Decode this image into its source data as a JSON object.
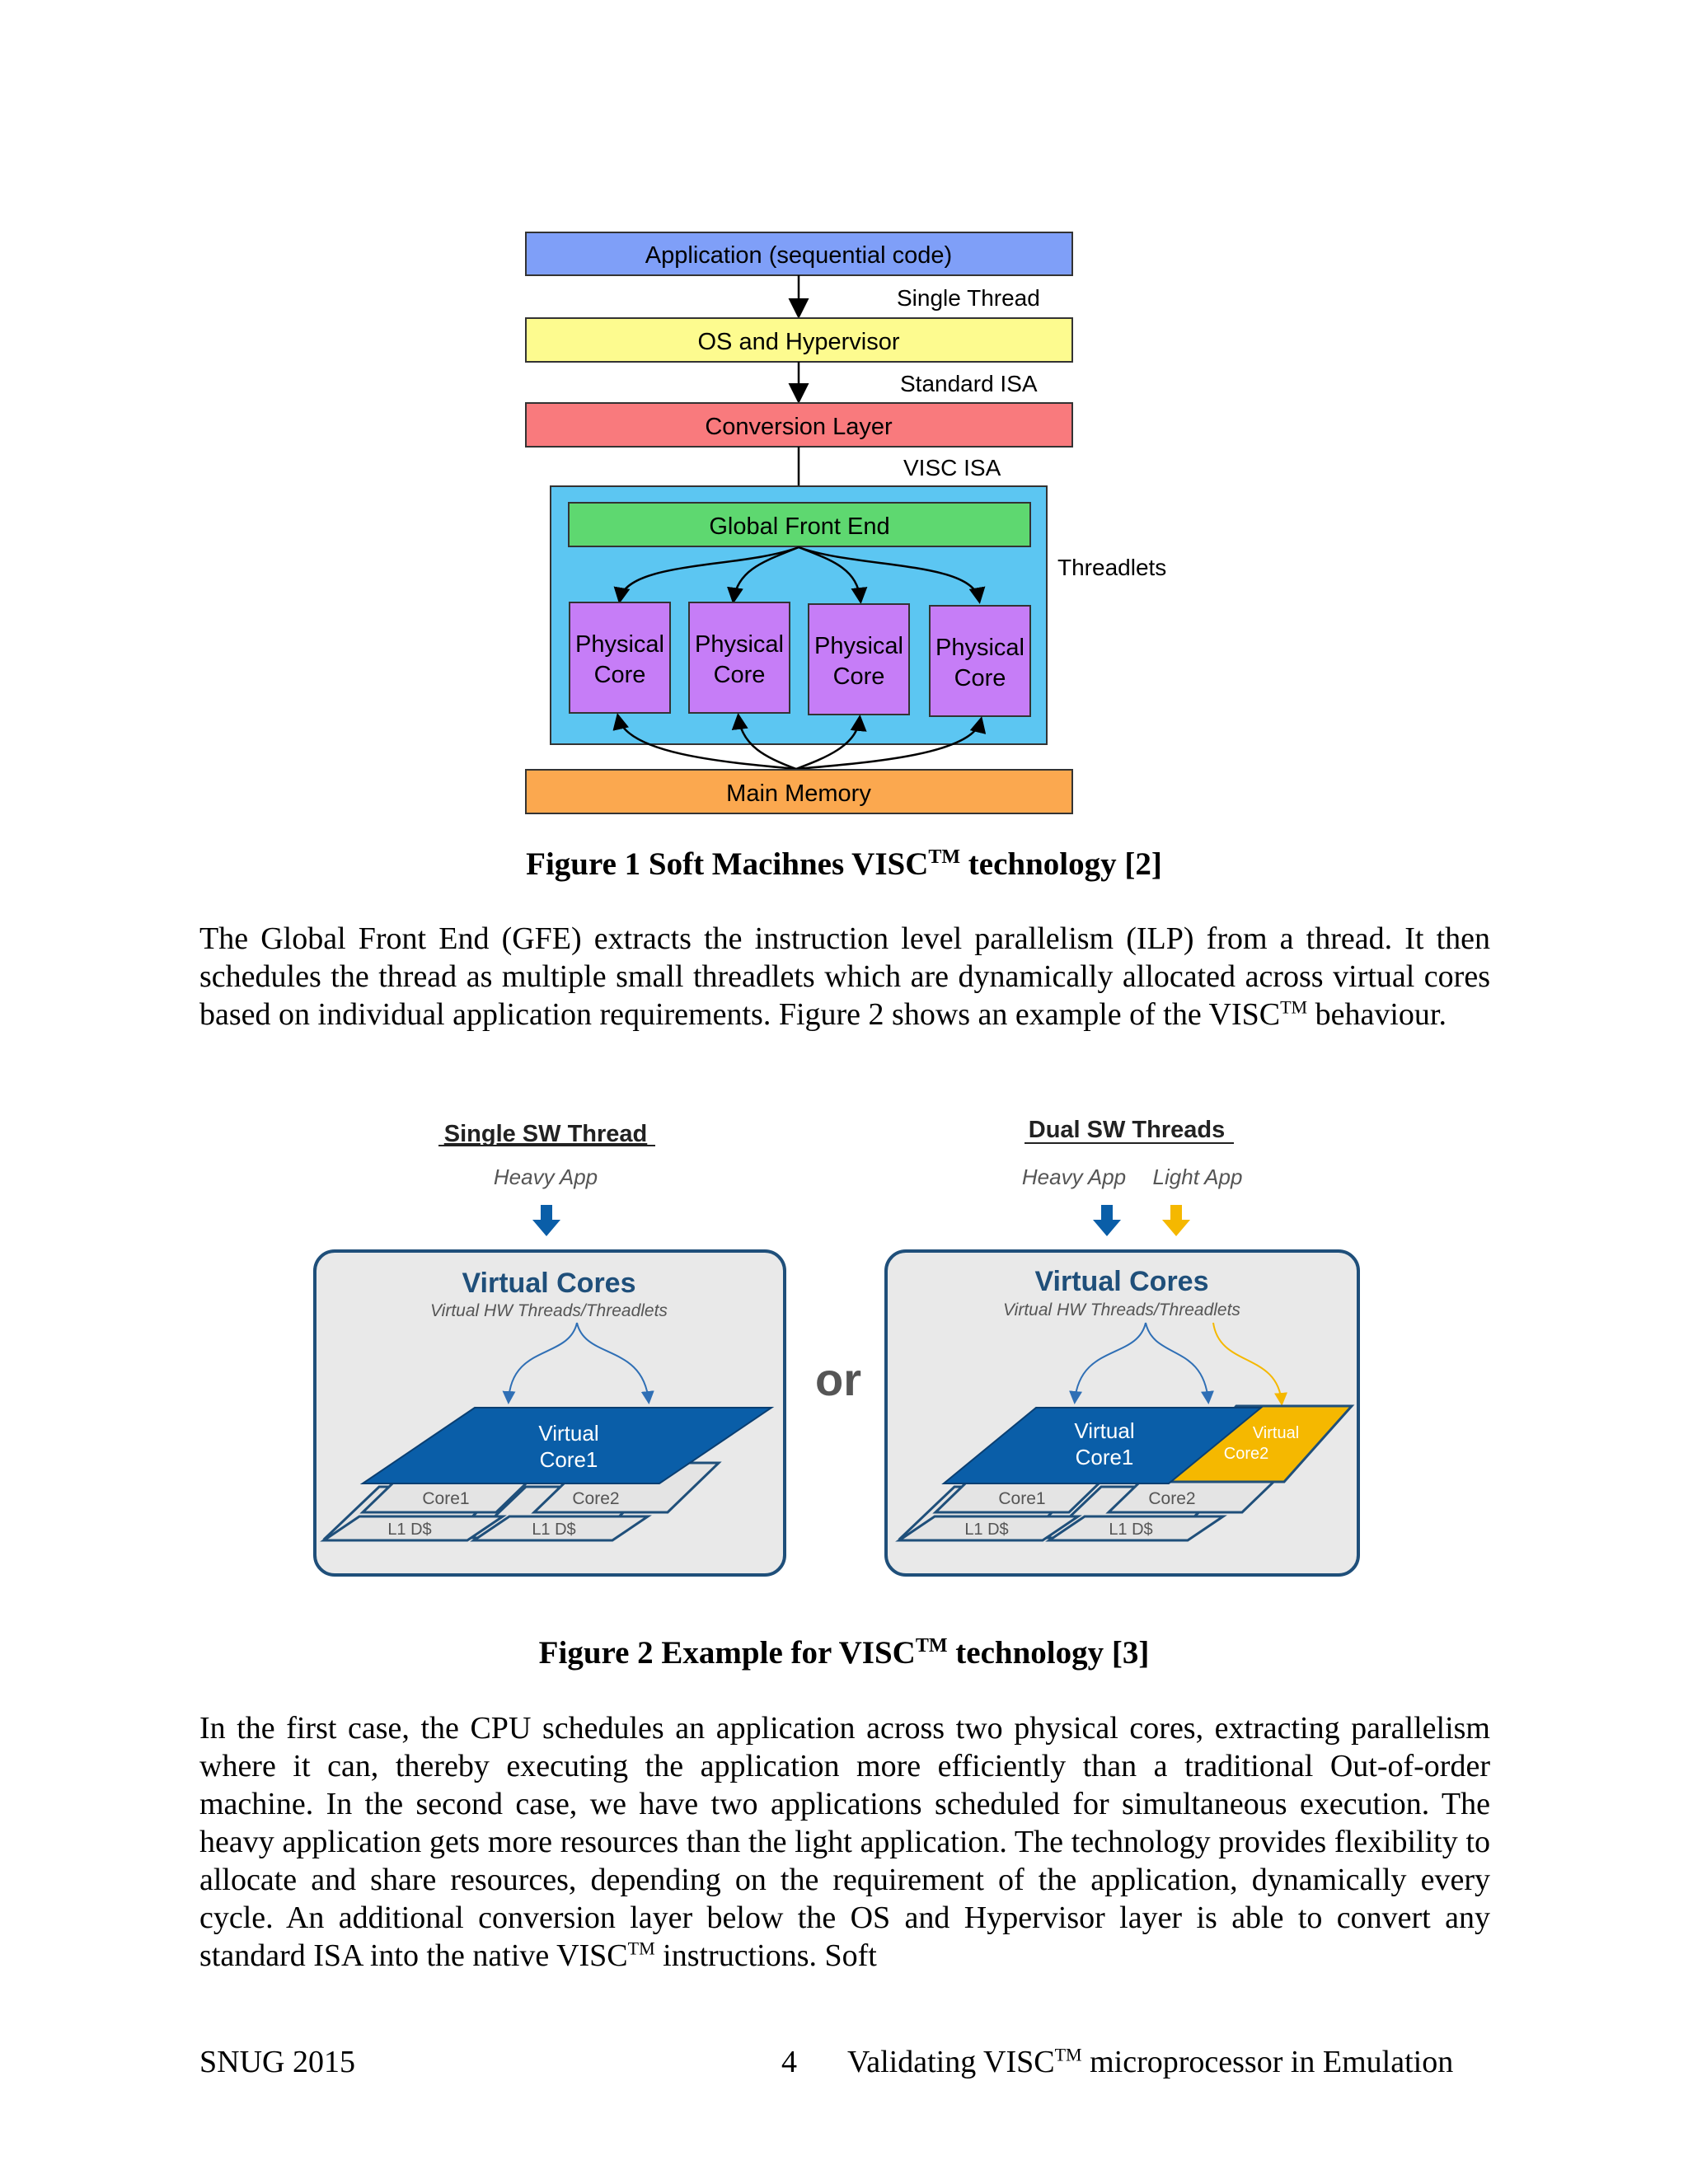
{
  "figure1": {
    "application": "Application (sequential code)",
    "single_thread": "Single Thread",
    "os": "OS and Hypervisor",
    "standard_isa": "Standard ISA",
    "conversion": "Conversion Layer",
    "visc_isa": "VISC ISA",
    "gfe": "Global Front End",
    "threadlets": "Threadlets",
    "core_line1": "Physical",
    "core_line2": "Core",
    "memory": "Main Memory",
    "colors": {
      "application": "#7f9ff8",
      "os": "#fdfb8f",
      "conversion": "#f97a7d",
      "container": "#5cc6f2",
      "gfe": "#5ed870",
      "core": "#c67df7",
      "memory": "#fba84f"
    }
  },
  "caption1": {
    "pre": "Figure 1 Soft Macihnes VISC",
    "tm": "TM",
    "post": " technology [2]"
  },
  "para1": {
    "text1": "The Global Front End (GFE) extracts the instruction level parallelism (ILP) from a thread. It then schedules the thread as multiple small threadlets which are dynamically allocated across virtual cores based on individual application requirements. Figure 2 shows an example of the VISC",
    "tm": "TM",
    "text2": " behaviour."
  },
  "figure2": {
    "left_title": "Single SW Thread",
    "right_title": "Dual SW Threads",
    "heavy_app": "Heavy App",
    "light_app": "Light App",
    "virtual_cores": "Virtual Cores",
    "virtual_sub": "Virtual HW Threads/Threadlets",
    "or": "or",
    "virtual": "Virtual",
    "core1_label": "Core1",
    "core2_label": "Core2",
    "core1": "Core1",
    "core2": "Core2",
    "l1": "L1 D$",
    "colors": {
      "blue": "#0a5ea8",
      "yellow": "#f5b800",
      "panel": "#e9e9e9"
    }
  },
  "caption2": {
    "pre": "Figure 2 Example for VISC",
    "tm": "TM",
    "post": " technology [3]"
  },
  "para2": {
    "text1": "In the first case, the CPU schedules an application across two physical cores, extracting parallelism where it can, thereby executing the application more efficiently than a traditional Out-of-order machine. In the second case, we have two applications scheduled for simultaneous execution. The heavy application gets more resources than the light application. The technology provides flexibility to allocate and share resources, depending on the requirement of the application, dynamically every cycle. An additional conversion layer below the OS and Hypervisor layer is able to convert any standard ISA into the native VISC",
    "tm": "TM",
    "text2": " instructions. Soft"
  },
  "footer": {
    "left": "SNUG 2015",
    "page": "4",
    "title_pre": "Validating VISC",
    "tm": "TM",
    "title_post": " microprocessor in Emulation"
  }
}
